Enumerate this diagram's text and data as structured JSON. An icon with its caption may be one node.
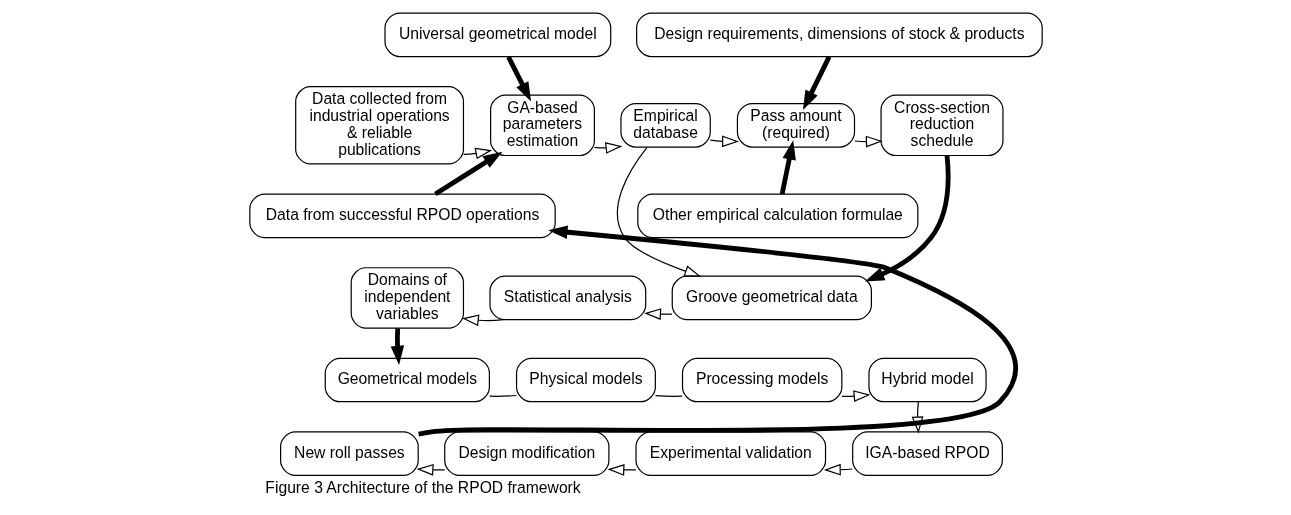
{
  "diagram": {
    "caption": "Figure 3 Architecture of the RPOD framework",
    "nodes": [
      {
        "text": [
          "Universal geometrical model"
        ]
      },
      {
        "text": [
          "Data collected from industrial operations & reliable publications"
        ]
      },
      {
        "text": [
          "GA-based parameters estimation"
        ]
      },
      {
        "text": [
          "Empirical database"
        ]
      },
      {
        "text": [
          "Design requirements, dimensions of stock & products"
        ]
      },
      {
        "text": [
          "Pass amount (required)"
        ]
      },
      {
        "text": [
          "Cross-section reduction schedule"
        ]
      },
      {
        "text": [
          "Data from successful RPOD operations"
        ]
      },
      {
        "text": [
          "Other empirical calculation formulae"
        ]
      },
      {
        "text": [
          "Domains of independent variables"
        ]
      },
      {
        "text": [
          "Statistical analysis"
        ]
      },
      {
        "text": [
          "Groove geometrical data"
        ]
      },
      {
        "text": [
          "Geometrical models"
        ]
      },
      {
        "text": [
          "Physical models"
        ]
      },
      {
        "text": [
          "Processing models"
        ]
      },
      {
        "text": [
          "Hybrid model"
        ]
      },
      {
        "text": [
          "New roll passes"
        ]
      },
      {
        "text": [
          "Design modification"
        ]
      },
      {
        "text": [
          "Experimental validation"
        ]
      },
      {
        "text": [
          "IGA-based RPOD"
        ]
      }
    ],
    "edges": [
      {
        "from": 0,
        "to": 2,
        "arrow": "to",
        "style": "thick"
      },
      {
        "from": 1,
        "to": 2,
        "arrow": "to"
      },
      {
        "from": 2,
        "to": 3,
        "arrow": "to"
      },
      {
        "from": 3,
        "to": 5,
        "arrow": "to"
      },
      {
        "from": 4,
        "to": 5,
        "arrow": "to",
        "style": "thick"
      },
      {
        "from": 5,
        "to": 6,
        "arrow": "to"
      },
      {
        "from": 7,
        "to": 2,
        "arrow": "to",
        "style": "thick"
      },
      {
        "from": 8,
        "to": 5,
        "arrow": "to",
        "style": "thick"
      },
      {
        "from": 6,
        "to": 11,
        "arrow": "to",
        "style": "thick"
      },
      {
        "from": 3,
        "to": 11,
        "arrow": "to"
      },
      {
        "from": 11,
        "to": 10,
        "arrow": "to"
      },
      {
        "from": 10,
        "to": 9,
        "arrow": "to"
      },
      {
        "from": 9,
        "to": 12,
        "arrow": "to",
        "style": "thick"
      },
      {
        "from": 12,
        "to": 13,
        "arrow": "none"
      },
      {
        "from": 13,
        "to": 14,
        "arrow": "none"
      },
      {
        "from": 14,
        "to": 15,
        "arrow": "to"
      },
      {
        "from": 15,
        "to": 19,
        "arrow": "to"
      },
      {
        "from": 19,
        "to": 18,
        "arrow": "to"
      },
      {
        "from": 18,
        "to": 17,
        "arrow": "to"
      },
      {
        "from": 17,
        "to": 16,
        "arrow": "to"
      },
      {
        "from": 16,
        "to": 7,
        "arrow": "to",
        "style": "thick"
      }
    ]
  }
}
